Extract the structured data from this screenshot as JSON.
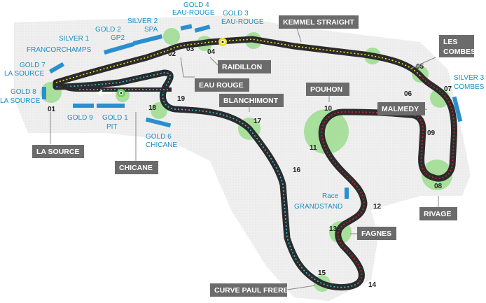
{
  "colors": {
    "track": "#2b2b2b",
    "runoff": "#eeeeee",
    "corner_glow": "#6fd35a",
    "stand": "#2a8fd0",
    "label": "#1a8fc4",
    "callout_box": "#6b6b6b",
    "sector_yellow": "#f4e21c",
    "sector_red": "#d8242a",
    "sector_cyan": "#35c3e2"
  },
  "callouts": {
    "kemmel_straight": "KEMMEL STRAIGHT",
    "les_combes_1": "LES",
    "les_combes_2": "COMBES",
    "raidillon": "RAIDILLON",
    "eau_rouge": "EAU ROUGE",
    "pouhon": "POUHON",
    "malmedy": "MALMEDY",
    "blanchimont": "BLANCHIMONT",
    "la_source": "LA SOURCE",
    "chicane": "CHICANE",
    "rivage": "RIVAGE",
    "fagnes": "FAGNES",
    "curve_paul_frere": "CURVE PAUL FRERE"
  },
  "stands": {
    "gold4_a": "GOLD 4",
    "gold4_b": "EAU-ROUGE",
    "gold3_a": "GOLD 3",
    "gold3_b": "EAU-ROUGE",
    "gold2_a": "GOLD 2",
    "gold2_b": "GP2",
    "silver2_a": "SILVER 2",
    "silver2_b": "SPA",
    "silver1_a": "SILVER 1",
    "silver1_b": "FRANCORCHAMPS",
    "gold7_a": "GOLD 7",
    "gold7_b": "LA SOURCE",
    "gold8_a": "GOLD 8",
    "gold8_b": "LA SOURCE",
    "gold9": "GOLD 9",
    "gold1_a": "GOLD 1",
    "gold1_b": "PIT",
    "gold6_a": "GOLD 6",
    "gold6_b": "CHICANE",
    "silver3_a": "SILVER 3",
    "silver3_b": "COMBES",
    "race_a": "Race",
    "race_b": "GRANDSTAND"
  },
  "turns": {
    "t01": "01",
    "t02": "02",
    "t03": "03",
    "t04": "04",
    "t05": "05",
    "t06": "06",
    "t07": "07",
    "t08": "08",
    "t09": "09",
    "t10": "10",
    "t11": "11",
    "t12": "12",
    "t13": "13",
    "t14": "14",
    "t15": "15",
    "t16": "16",
    "t17": "17",
    "t18": "18",
    "t19": "19"
  }
}
